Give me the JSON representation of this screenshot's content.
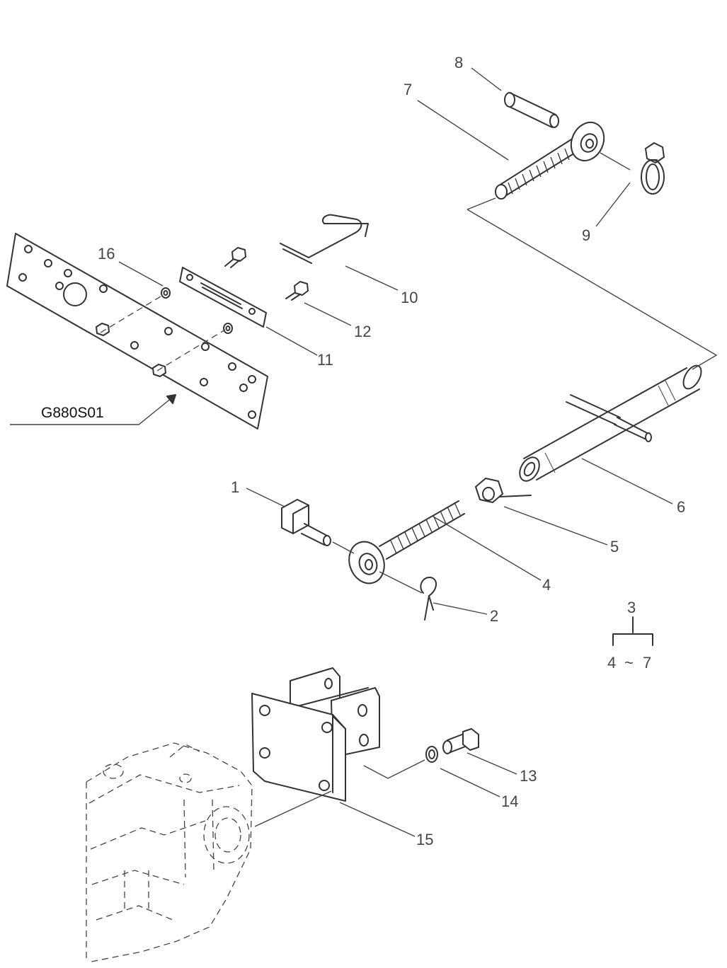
{
  "callouts": {
    "c1": "1",
    "c2": "2",
    "c3": "3",
    "c4": "4",
    "c5": "5",
    "c6": "6",
    "c7": "7",
    "c8": "8",
    "c9": "9",
    "c10": "10",
    "c11": "11",
    "c12": "12",
    "c13": "13",
    "c14": "14",
    "c15": "15",
    "c16": "16"
  },
  "group_bracket": {
    "top": "3",
    "from": "4",
    "tilde": "~",
    "to": "7"
  },
  "reference_code": "G880S01"
}
